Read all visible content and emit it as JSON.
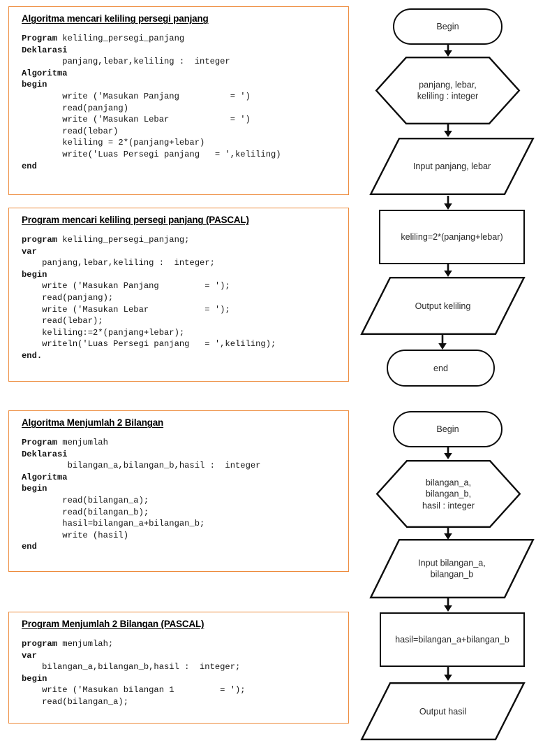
{
  "boxes": [
    {
      "title": "Algoritma mencari keliling persegi panjang",
      "code": "Program keliling_persegi_panjang\nDeklarasi\n        panjang,lebar,keliling :  integer\nAlgoritma\nbegin\n        write ('Masukan Panjang          = ')\n        read(panjang)\n        write ('Masukan Lebar            = ')\n        read(lebar)\n        keliling = 2*(panjang+lebar)\n        write('Luas Persegi panjang   = ',keliling)\nend"
    },
    {
      "title": "Program mencari keliling persegi panjang (PASCAL)",
      "code": "program keliling_persegi_panjang;\nvar\n    panjang,lebar,keliling :  integer;\nbegin\n    write ('Masukan Panjang         = ');\n    read(panjang);\n    write ('Masukan Lebar           = ');\n    read(lebar);\n    keliling:=2*(panjang+lebar);\n    writeln('Luas Persegi panjang   = ',keliling);\nend."
    },
    {
      "title": "Algoritma Menjumlah 2 Bilangan",
      "code": "Program menjumlah\nDeklarasi\n         bilangan_a,bilangan_b,hasil :  integer\nAlgoritma\nbegin\n        read(bilangan_a);\n        read(bilangan_b);\n        hasil=bilangan_a+bilangan_b;\n        write (hasil)\nend"
    },
    {
      "title": "Program Menjumlah 2 Bilangan (PASCAL)",
      "code": "program menjumlah;\nvar\n    bilangan_a,bilangan_b,hasil :  integer;\nbegin\n    write ('Masukan bilangan 1         = ');\n    read(bilangan_a);"
    }
  ],
  "flowchart1": {
    "begin": "Begin",
    "declare": "panjang, lebar,\nkeliling :  integer",
    "input": "Input panjang, lebar",
    "process": "keliling=2*(panjang+lebar)",
    "output": "Output keliling",
    "end": "end"
  },
  "flowchart2": {
    "begin": "Begin",
    "declare": "bilangan_a,\nbilangan_b,\nhasil :  integer",
    "input": "Input bilangan_a,\nbilangan_b",
    "process": "hasil=bilangan_a+bilangan_b",
    "output": "Output hasil"
  },
  "colors": {
    "box_border": "#ED8B3C",
    "shape_stroke": "#0D0D0D",
    "code_text": "#141414",
    "label_text": "#2A2A2A"
  }
}
